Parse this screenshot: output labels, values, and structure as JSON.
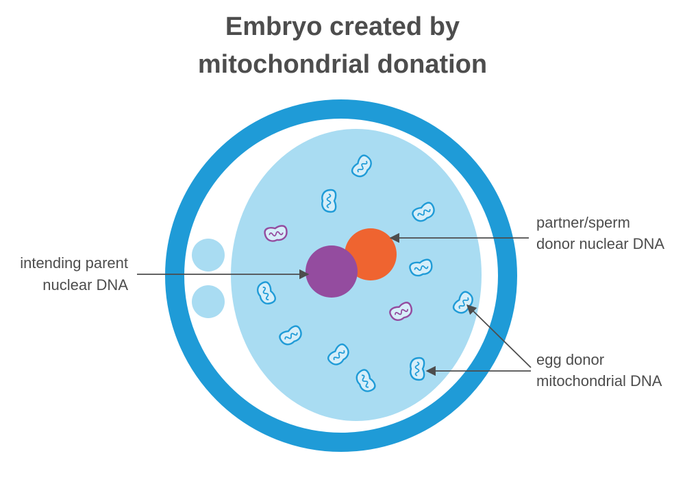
{
  "title": {
    "line1": "Embryo created by",
    "line2": "mitochondrial donation"
  },
  "labels": {
    "intending_parent": {
      "line1": "intending parent",
      "line2": "nuclear DNA"
    },
    "partner_sperm": {
      "line1": "partner/sperm",
      "line2": "donor nuclear DNA"
    },
    "egg_donor": {
      "line1": "egg donor",
      "line2": "mitochondrial DNA"
    }
  },
  "colors": {
    "outer_ring": "#1f9bd7",
    "cytoplasm": "#a9dcf2",
    "polar_body": "#a9dcf2",
    "intending_parent_nucleus": "#944c9f",
    "partner_nucleus": "#ef6430",
    "egg_donor_mitochondria": "#1f9bd7",
    "intending_parent_mitochondria": "#944c9f",
    "text": "#4d4d4d",
    "arrow": "#4d4d4d"
  },
  "icons": {
    "mitochondrion": "mitochondrion-icon",
    "arrow": "arrow-icon"
  }
}
